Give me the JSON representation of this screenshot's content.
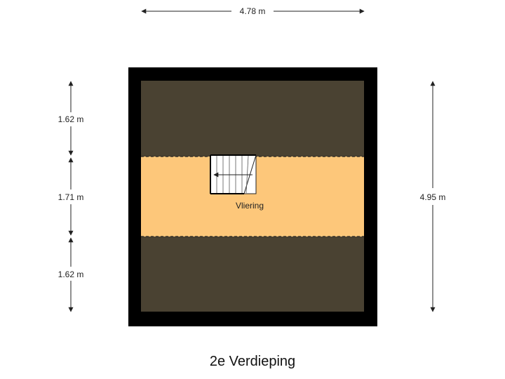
{
  "floor_title": "2e Verdieping",
  "room_label": "Vliering",
  "dimensions": {
    "total_width": "4.78 m",
    "total_depth": "4.95 m",
    "segments": [
      "1.62 m",
      "1.71 m",
      "1.62 m"
    ]
  },
  "colors": {
    "wall": "#000000",
    "unused_area": "#4a4232",
    "room": "#fdc77a",
    "stair": "#ffffff",
    "dimension_line": "#222222"
  }
}
